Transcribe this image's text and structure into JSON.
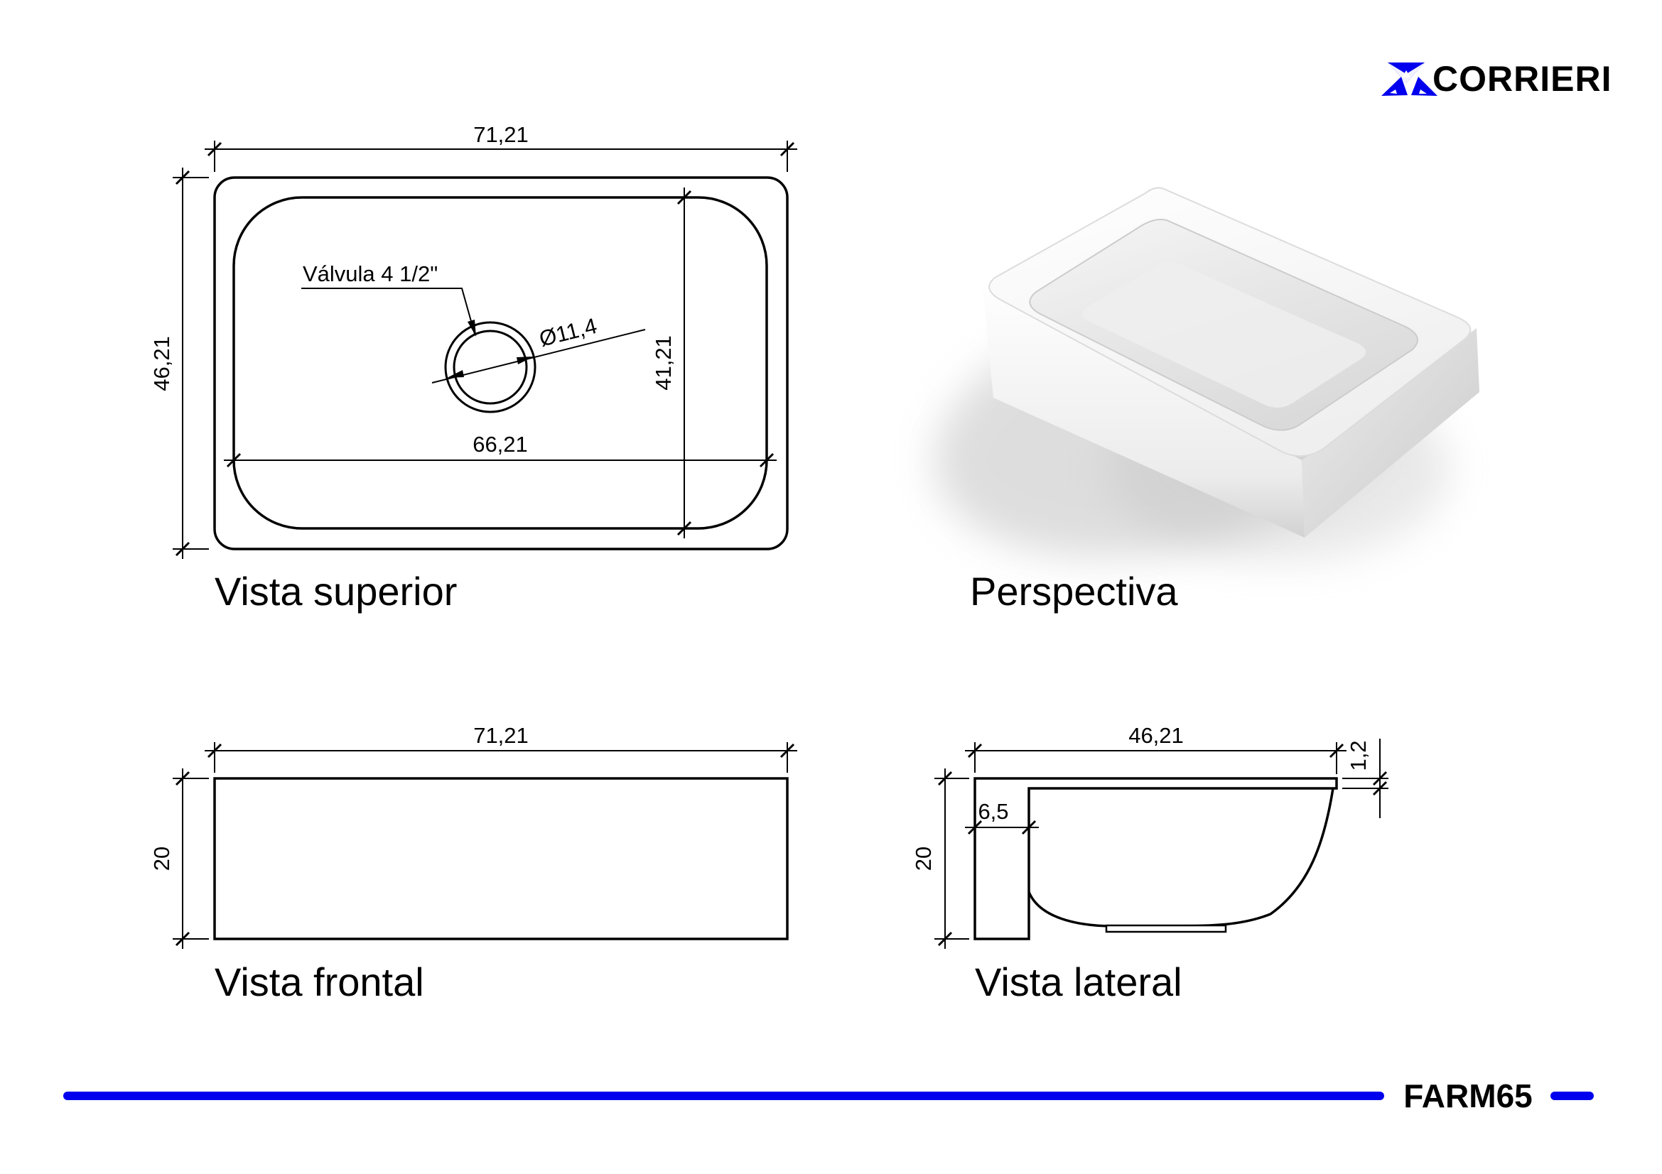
{
  "brand": {
    "name": "CORRIERI",
    "logo_icon": "tri-arrows-icon",
    "color": "#0000EE"
  },
  "model_code": "FARM65",
  "colors": {
    "drawing_lines": "#000000",
    "accent_blue": "#0000EE",
    "render_body": "#f4f4f4"
  },
  "views": {
    "top": {
      "label": "Vista superior",
      "overall_width": "71,21",
      "overall_depth": "46,21",
      "bowl_width": "66,21",
      "bowl_depth": "41,21",
      "drain_diameter": "Ø11,4",
      "valve_note": "Válvula 4 1/2\""
    },
    "perspective": {
      "label": "Perspectiva"
    },
    "front": {
      "label": "Vista frontal",
      "width": "71,21",
      "height": "20"
    },
    "side": {
      "label": "Vista lateral",
      "depth": "46,21",
      "height": "20",
      "apron_width": "6,5",
      "rim_thickness": "1,2"
    }
  }
}
